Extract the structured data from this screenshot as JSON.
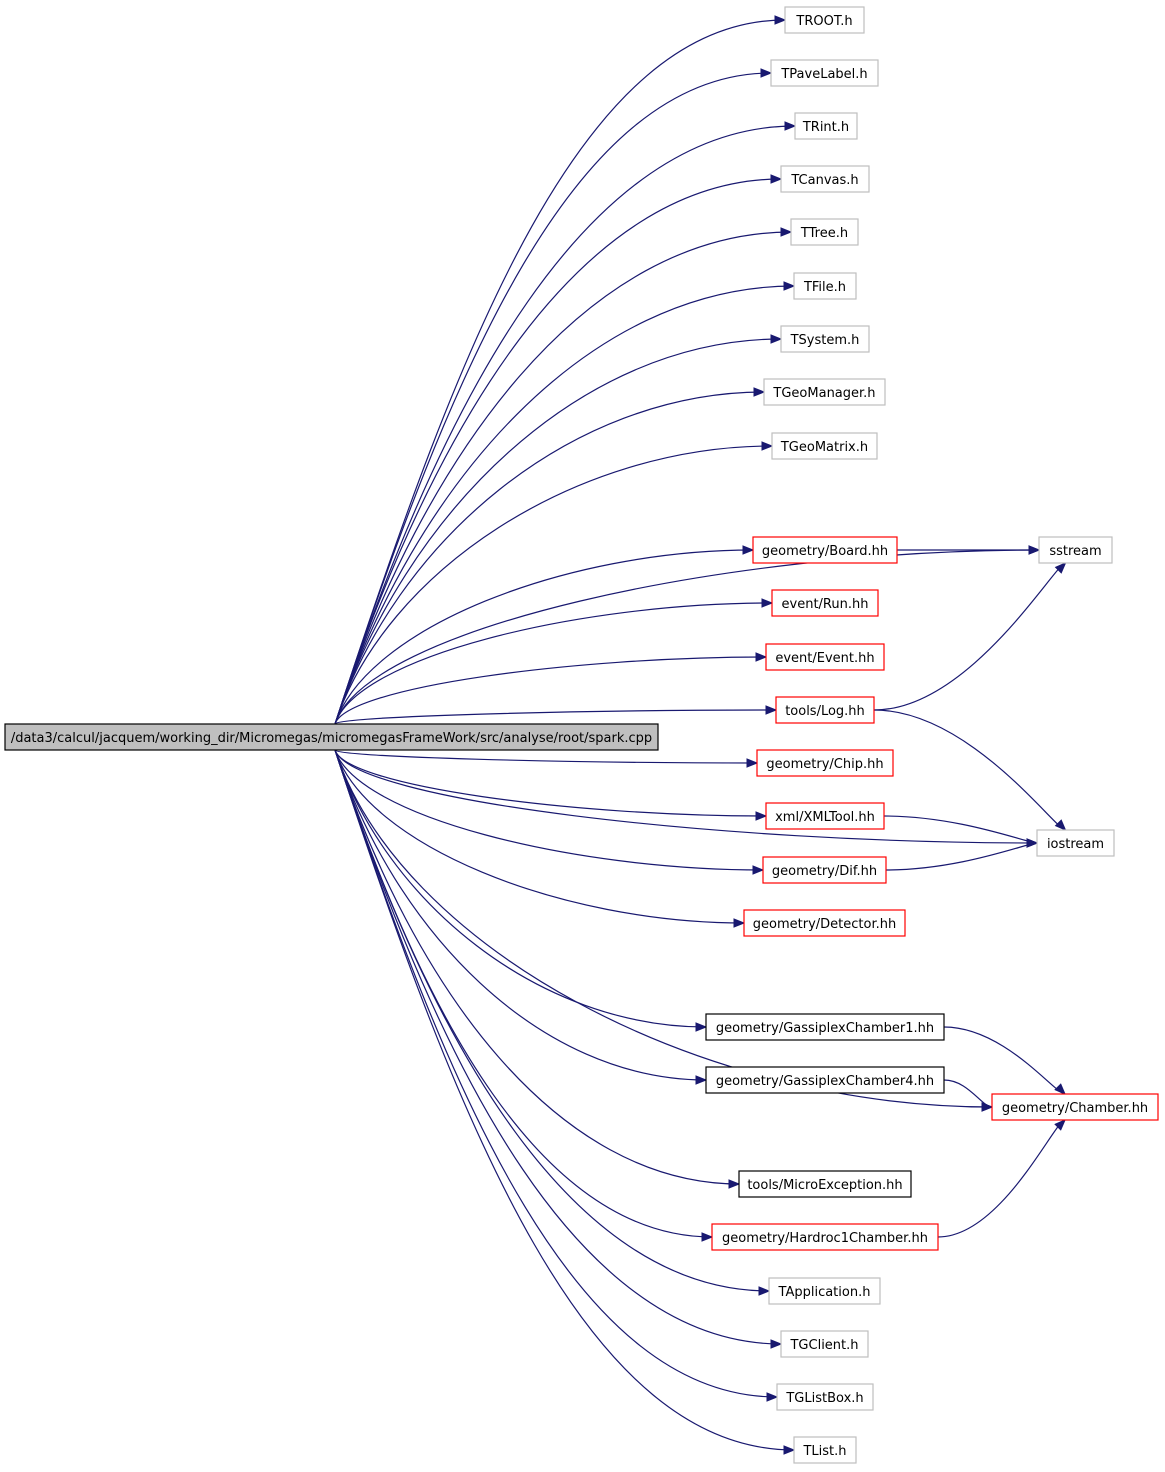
{
  "colors": {
    "edge": "#191970",
    "root_fill": "#bfbfbf",
    "border_plain": "#000000",
    "border_external": "#bfbfbf",
    "border_truncated": "#ff0000"
  },
  "root": {
    "label": "/data3/calcul/jacquem/working_dir/Micromegas/micromegasFrameWork/src/analyse/root/spark.cpp"
  },
  "nodes": [
    {
      "id": "troot",
      "label": "TROOT.h",
      "kind": "external"
    },
    {
      "id": "tpavelabel",
      "label": "TPaveLabel.h",
      "kind": "external"
    },
    {
      "id": "trint",
      "label": "TRint.h",
      "kind": "external"
    },
    {
      "id": "tcanvas",
      "label": "TCanvas.h",
      "kind": "external"
    },
    {
      "id": "ttree",
      "label": "TTree.h",
      "kind": "external"
    },
    {
      "id": "tfile",
      "label": "TFile.h",
      "kind": "external"
    },
    {
      "id": "tsystem",
      "label": "TSystem.h",
      "kind": "external"
    },
    {
      "id": "tgeomanager",
      "label": "TGeoManager.h",
      "kind": "external"
    },
    {
      "id": "tgeomatrix",
      "label": "TGeoMatrix.h",
      "kind": "external"
    },
    {
      "id": "sstream",
      "label": "sstream",
      "kind": "external"
    },
    {
      "id": "board",
      "label": "geometry/Board.hh",
      "kind": "truncated"
    },
    {
      "id": "run",
      "label": "event/Run.hh",
      "kind": "truncated"
    },
    {
      "id": "event",
      "label": "event/Event.hh",
      "kind": "truncated"
    },
    {
      "id": "log",
      "label": "tools/Log.hh",
      "kind": "truncated"
    },
    {
      "id": "chip",
      "label": "geometry/Chip.hh",
      "kind": "truncated"
    },
    {
      "id": "xmltool",
      "label": "xml/XMLTool.hh",
      "kind": "truncated"
    },
    {
      "id": "iostream",
      "label": "iostream",
      "kind": "external"
    },
    {
      "id": "dif",
      "label": "geometry/Dif.hh",
      "kind": "truncated"
    },
    {
      "id": "detector",
      "label": "geometry/Detector.hh",
      "kind": "truncated"
    },
    {
      "id": "gassiplex1",
      "label": "geometry/GassiplexChamber1.hh",
      "kind": "plain"
    },
    {
      "id": "gassiplex4",
      "label": "geometry/GassiplexChamber4.hh",
      "kind": "plain"
    },
    {
      "id": "chamber",
      "label": "geometry/Chamber.hh",
      "kind": "truncated"
    },
    {
      "id": "microexception",
      "label": "tools/MicroException.hh",
      "kind": "plain"
    },
    {
      "id": "hardroc1",
      "label": "geometry/Hardroc1Chamber.hh",
      "kind": "truncated"
    },
    {
      "id": "tapplication",
      "label": "TApplication.h",
      "kind": "external"
    },
    {
      "id": "tgclient",
      "label": "TGClient.h",
      "kind": "external"
    },
    {
      "id": "tglistbox",
      "label": "TGListBox.h",
      "kind": "external"
    },
    {
      "id": "tlist",
      "label": "TList.h",
      "kind": "external"
    }
  ],
  "edges": [
    {
      "from": "root",
      "to": "troot"
    },
    {
      "from": "root",
      "to": "tpavelabel"
    },
    {
      "from": "root",
      "to": "trint"
    },
    {
      "from": "root",
      "to": "tcanvas"
    },
    {
      "from": "root",
      "to": "ttree"
    },
    {
      "from": "root",
      "to": "tfile"
    },
    {
      "from": "root",
      "to": "tsystem"
    },
    {
      "from": "root",
      "to": "tgeomanager"
    },
    {
      "from": "root",
      "to": "tgeomatrix"
    },
    {
      "from": "root",
      "to": "sstream"
    },
    {
      "from": "root",
      "to": "board"
    },
    {
      "from": "root",
      "to": "run"
    },
    {
      "from": "root",
      "to": "event"
    },
    {
      "from": "root",
      "to": "log"
    },
    {
      "from": "root",
      "to": "chip"
    },
    {
      "from": "root",
      "to": "xmltool"
    },
    {
      "from": "root",
      "to": "dif"
    },
    {
      "from": "root",
      "to": "detector"
    },
    {
      "from": "root",
      "to": "iostream"
    },
    {
      "from": "root",
      "to": "gassiplex1"
    },
    {
      "from": "root",
      "to": "gassiplex4"
    },
    {
      "from": "root",
      "to": "chamber"
    },
    {
      "from": "root",
      "to": "microexception"
    },
    {
      "from": "root",
      "to": "hardroc1"
    },
    {
      "from": "root",
      "to": "tapplication"
    },
    {
      "from": "root",
      "to": "tgclient"
    },
    {
      "from": "root",
      "to": "tglistbox"
    },
    {
      "from": "root",
      "to": "tlist"
    },
    {
      "from": "board",
      "to": "sstream"
    },
    {
      "from": "log",
      "to": "sstream"
    },
    {
      "from": "log",
      "to": "iostream"
    },
    {
      "from": "xmltool",
      "to": "iostream"
    },
    {
      "from": "dif",
      "to": "iostream"
    },
    {
      "from": "gassiplex1",
      "to": "chamber"
    },
    {
      "from": "gassiplex4",
      "to": "chamber"
    },
    {
      "from": "hardroc1",
      "to": "chamber"
    }
  ]
}
